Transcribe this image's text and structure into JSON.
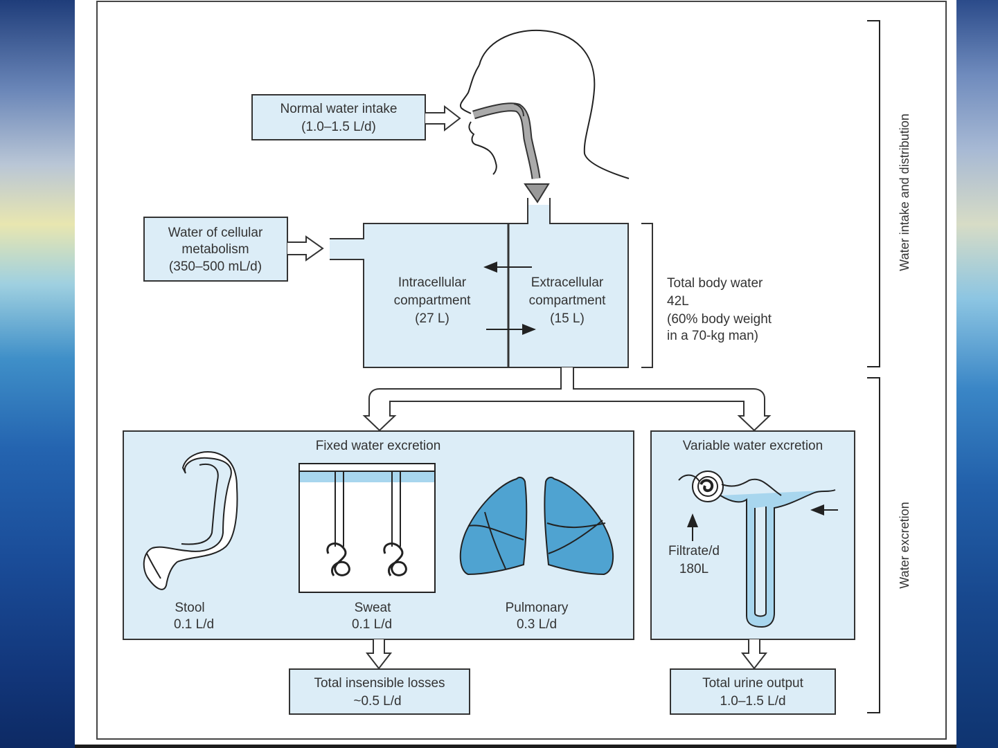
{
  "intake_box": {
    "line1": "Normal water intake",
    "line2": "(1.0–1.5 L/d)"
  },
  "metabolism_box": {
    "line1": "Water of cellular",
    "line2": "metabolism",
    "line3": "(350–500 mL/d)"
  },
  "intracellular": {
    "line1": "Intracellular",
    "line2": "compartment",
    "line3": "(27 L)"
  },
  "extracellular": {
    "line1": "Extracellular",
    "line2": "compartment",
    "line3": "(15 L)"
  },
  "total_body_water": {
    "line1": "Total body water",
    "line2": "42L",
    "line3": "(60% body weight",
    "line4": "in a 70-kg man)"
  },
  "fixed_excretion": {
    "title": "Fixed water excretion",
    "stool": {
      "name": "Stool",
      "value": "0.1 L/d"
    },
    "sweat": {
      "name": "Sweat",
      "value": "0.1 L/d"
    },
    "pulmonary": {
      "name": "Pulmonary",
      "value": "0.3 L/d"
    }
  },
  "variable_excretion": {
    "title": "Variable water excretion",
    "filtrate_label": "Filtrate/d",
    "filtrate_value": "180L"
  },
  "insensible_box": {
    "line1": "Total insensible losses",
    "line2": "~0.5 L/d"
  },
  "urine_box": {
    "line1": "Total urine output",
    "line2": "1.0–1.5 L/d"
  },
  "bracket_labels": {
    "top": "Water intake and distribution",
    "bottom": "Water excretion"
  },
  "colors": {
    "box_fill": "#dcedf7",
    "organ_fill": "#4fa3d1",
    "stroke": "#333333"
  }
}
